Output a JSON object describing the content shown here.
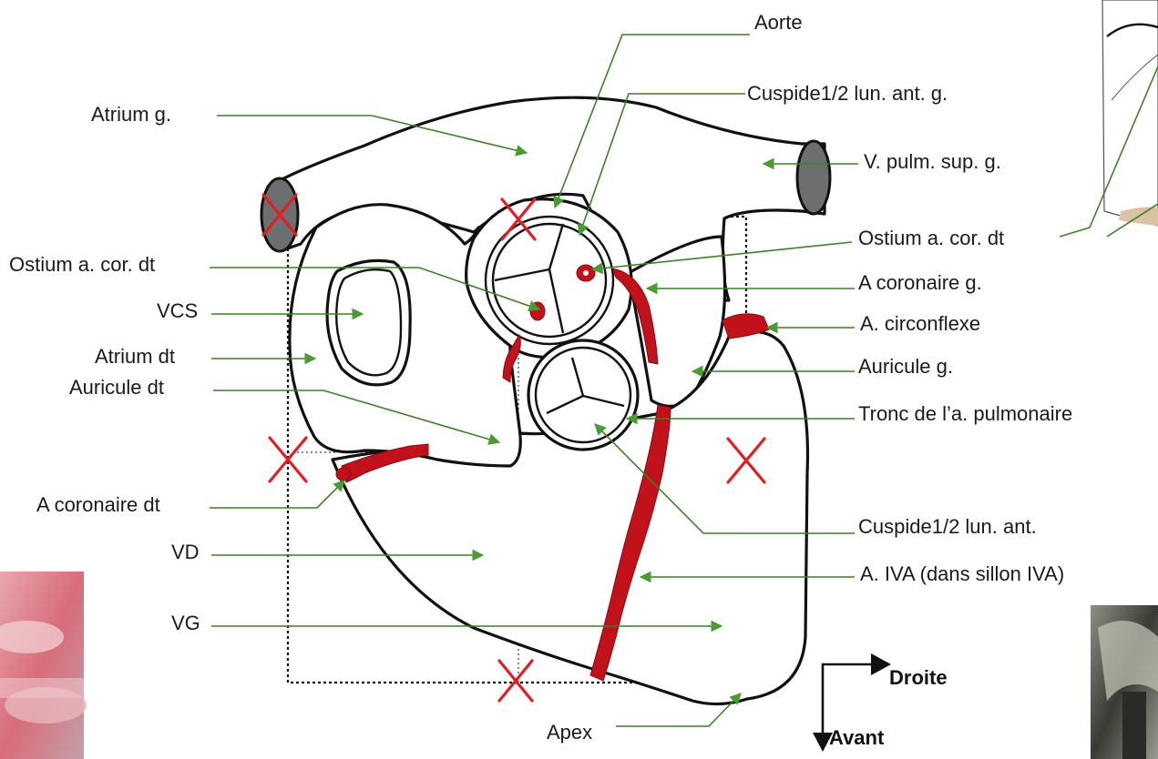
{
  "labels": {
    "aorte": "Aorte",
    "cuspide_lun_ant_g": "Cuspide1/2 lun. ant. g.",
    "atrium_g": "Atrium g.",
    "v_pulm_sup_g": "V. pulm. sup. g.",
    "ostium_cor_dt_right": "Ostium a. cor. dt",
    "ostium_cor_dt_left": "Ostium a. cor. dt",
    "a_coronaire_g": "A coronaire g.",
    "vcs": "VCS",
    "a_circonflexe": "A. circonflexe",
    "atrium_dt": "Atrium dt",
    "auricule_g": "Auricule g.",
    "auricule_dt": "Auricule dt",
    "tronc_pulmonaire": "Tronc de l’a. pulmonaire",
    "a_coronaire_dt": "A coronaire dt",
    "cuspide_lun_ant": "Cuspide1/2 lun. ant.",
    "vd": "VD",
    "a_iva": "A. IVA (dans sillon IVA)",
    "vg": "VG",
    "apex": "Apex"
  },
  "orientation": {
    "right": "Droite",
    "front": "Avant"
  },
  "colors": {
    "artery": "#c1121c",
    "marker_cross": "#e01e26",
    "leader_line": "#3f7f2a",
    "vein_stump": "#6d6e70"
  }
}
